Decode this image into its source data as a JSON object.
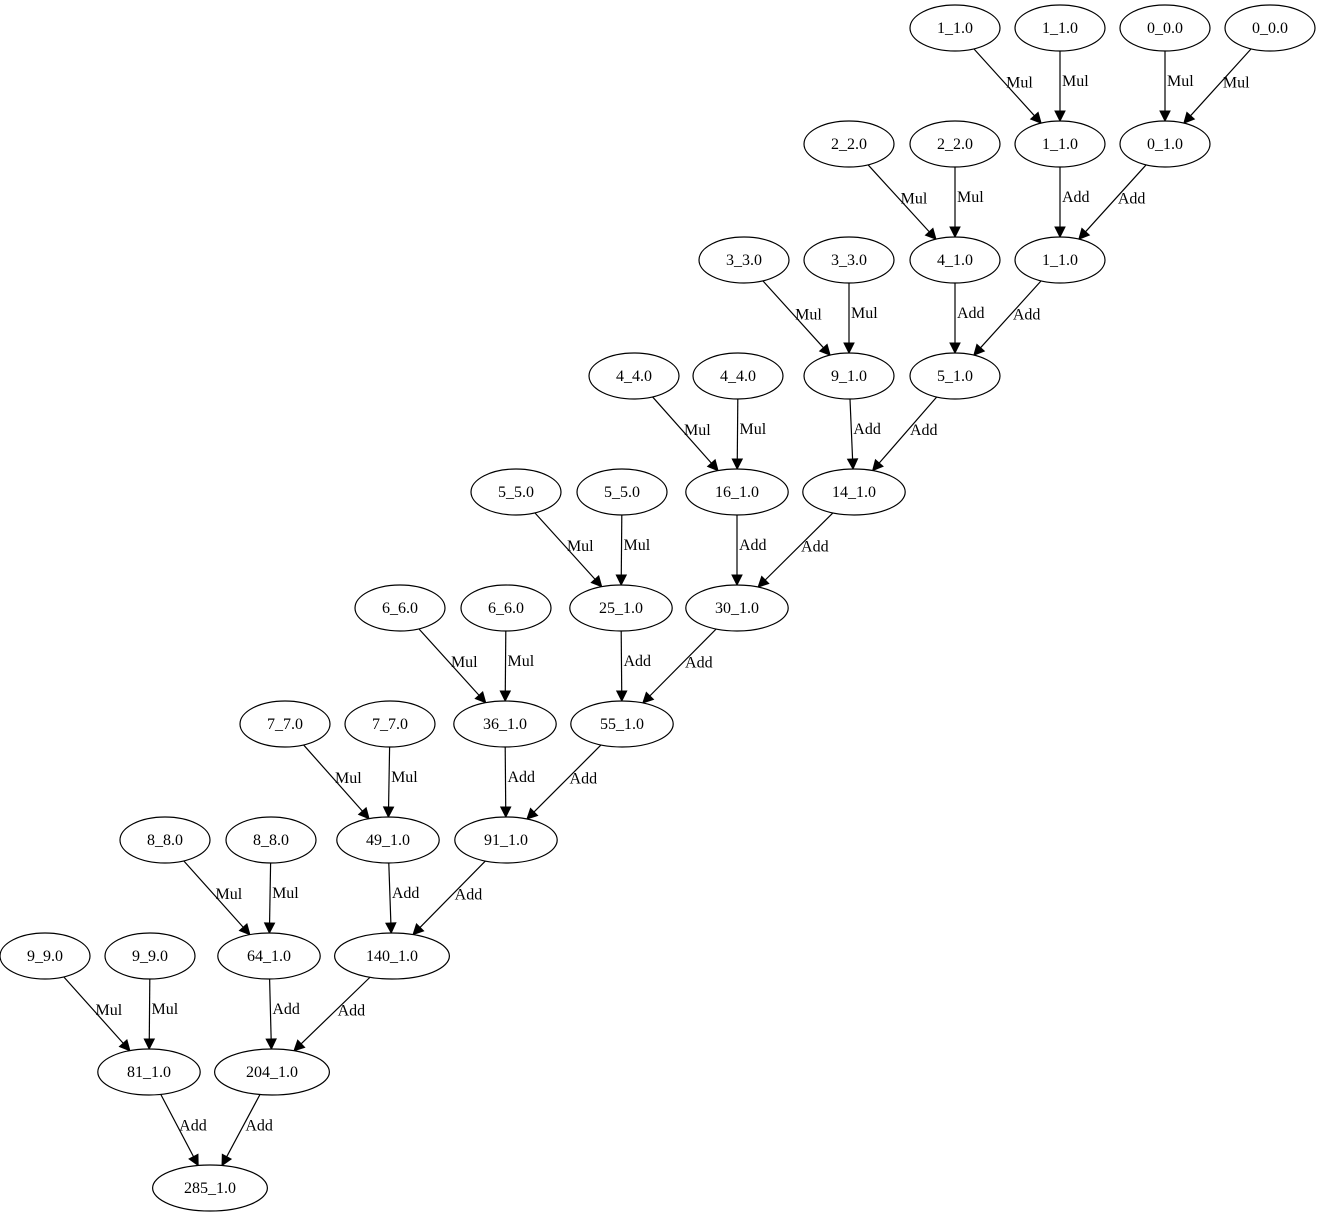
{
  "graph": {
    "nodes": [
      {
        "id": "n0",
        "label": "1_1.0"
      },
      {
        "id": "n1",
        "label": "1_1.0"
      },
      {
        "id": "n2",
        "label": "0_0.0"
      },
      {
        "id": "n3",
        "label": "0_0.0"
      },
      {
        "id": "n4",
        "label": "2_2.0"
      },
      {
        "id": "n5",
        "label": "2_2.0"
      },
      {
        "id": "n6",
        "label": "1_1.0"
      },
      {
        "id": "n7",
        "label": "0_1.0"
      },
      {
        "id": "n8",
        "label": "3_3.0"
      },
      {
        "id": "n9",
        "label": "3_3.0"
      },
      {
        "id": "n10",
        "label": "4_1.0"
      },
      {
        "id": "n11",
        "label": "1_1.0"
      },
      {
        "id": "n12",
        "label": "4_4.0"
      },
      {
        "id": "n13",
        "label": "4_4.0"
      },
      {
        "id": "n14",
        "label": "9_1.0"
      },
      {
        "id": "n15",
        "label": "5_1.0"
      },
      {
        "id": "n16",
        "label": "5_5.0"
      },
      {
        "id": "n17",
        "label": "5_5.0"
      },
      {
        "id": "n18",
        "label": "16_1.0"
      },
      {
        "id": "n19",
        "label": "14_1.0"
      },
      {
        "id": "n20",
        "label": "6_6.0"
      },
      {
        "id": "n21",
        "label": "6_6.0"
      },
      {
        "id": "n22",
        "label": "25_1.0"
      },
      {
        "id": "n23",
        "label": "30_1.0"
      },
      {
        "id": "n24",
        "label": "7_7.0"
      },
      {
        "id": "n25",
        "label": "7_7.0"
      },
      {
        "id": "n26",
        "label": "36_1.0"
      },
      {
        "id": "n27",
        "label": "55_1.0"
      },
      {
        "id": "n28",
        "label": "8_8.0"
      },
      {
        "id": "n29",
        "label": "8_8.0"
      },
      {
        "id": "n30",
        "label": "49_1.0"
      },
      {
        "id": "n31",
        "label": "91_1.0"
      },
      {
        "id": "n32",
        "label": "9_9.0"
      },
      {
        "id": "n33",
        "label": "9_9.0"
      },
      {
        "id": "n34",
        "label": "64_1.0"
      },
      {
        "id": "n35",
        "label": "140_1.0"
      },
      {
        "id": "n36",
        "label": "81_1.0"
      },
      {
        "id": "n37",
        "label": "204_1.0"
      },
      {
        "id": "n38",
        "label": "285_1.0"
      }
    ],
    "edges": [
      {
        "from": "n0",
        "to": "n6",
        "label": "Mul"
      },
      {
        "from": "n1",
        "to": "n6",
        "label": "Mul"
      },
      {
        "from": "n2",
        "to": "n7",
        "label": "Mul"
      },
      {
        "from": "n3",
        "to": "n7",
        "label": "Mul"
      },
      {
        "from": "n4",
        "to": "n10",
        "label": "Mul"
      },
      {
        "from": "n5",
        "to": "n10",
        "label": "Mul"
      },
      {
        "from": "n6",
        "to": "n11",
        "label": "Add"
      },
      {
        "from": "n7",
        "to": "n11",
        "label": "Add"
      },
      {
        "from": "n8",
        "to": "n14",
        "label": "Mul"
      },
      {
        "from": "n9",
        "to": "n14",
        "label": "Mul"
      },
      {
        "from": "n10",
        "to": "n15",
        "label": "Add"
      },
      {
        "from": "n11",
        "to": "n15",
        "label": "Add"
      },
      {
        "from": "n12",
        "to": "n18",
        "label": "Mul"
      },
      {
        "from": "n13",
        "to": "n18",
        "label": "Mul"
      },
      {
        "from": "n14",
        "to": "n19",
        "label": "Add"
      },
      {
        "from": "n15",
        "to": "n19",
        "label": "Add"
      },
      {
        "from": "n16",
        "to": "n22",
        "label": "Mul"
      },
      {
        "from": "n17",
        "to": "n22",
        "label": "Mul"
      },
      {
        "from": "n18",
        "to": "n23",
        "label": "Add"
      },
      {
        "from": "n19",
        "to": "n23",
        "label": "Add"
      },
      {
        "from": "n20",
        "to": "n26",
        "label": "Mul"
      },
      {
        "from": "n21",
        "to": "n26",
        "label": "Mul"
      },
      {
        "from": "n22",
        "to": "n27",
        "label": "Add"
      },
      {
        "from": "n23",
        "to": "n27",
        "label": "Add"
      },
      {
        "from": "n24",
        "to": "n30",
        "label": "Mul"
      },
      {
        "from": "n25",
        "to": "n30",
        "label": "Mul"
      },
      {
        "from": "n26",
        "to": "n31",
        "label": "Add"
      },
      {
        "from": "n27",
        "to": "n31",
        "label": "Add"
      },
      {
        "from": "n28",
        "to": "n34",
        "label": "Mul"
      },
      {
        "from": "n29",
        "to": "n34",
        "label": "Mul"
      },
      {
        "from": "n30",
        "to": "n35",
        "label": "Add"
      },
      {
        "from": "n31",
        "to": "n35",
        "label": "Add"
      },
      {
        "from": "n32",
        "to": "n36",
        "label": "Mul"
      },
      {
        "from": "n33",
        "to": "n36",
        "label": "Mul"
      },
      {
        "from": "n34",
        "to": "n37",
        "label": "Add"
      },
      {
        "from": "n35",
        "to": "n37",
        "label": "Add"
      },
      {
        "from": "n36",
        "to": "n38",
        "label": "Add"
      },
      {
        "from": "n37",
        "to": "n38",
        "label": "Add"
      }
    ]
  }
}
